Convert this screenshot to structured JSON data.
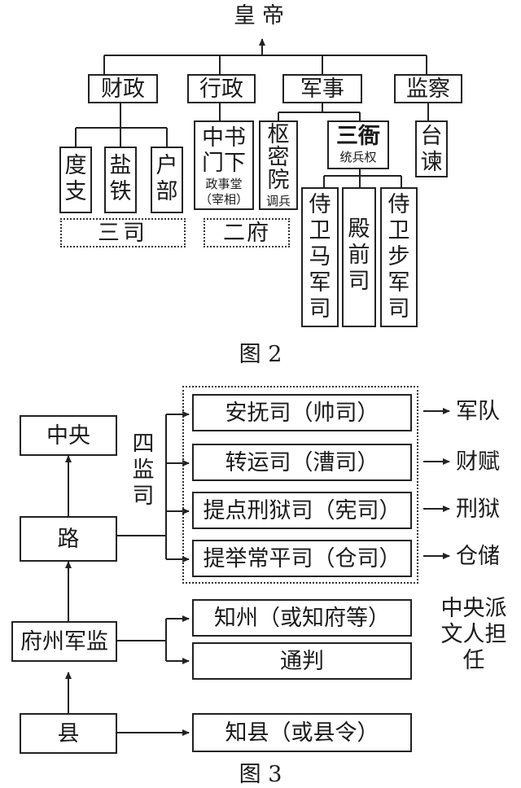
{
  "fig2": {
    "emperor": "皇帝",
    "dept_finance": "财政",
    "dept_admin": "行政",
    "dept_military": "军事",
    "dept_supervision": "监察",
    "duzhi": "度支",
    "yantie": "盐铁",
    "hubu": "户部",
    "zhongshu": "中书门下",
    "zhengshitang": "政事堂",
    "zaixiang": "（宰相）",
    "shumiyuan": "枢密院",
    "diaobing": "调兵",
    "sanya": "三衙",
    "tongbingquan": "统兵权",
    "taijian": "台谏",
    "shiwei_ma": "侍卫马军司",
    "dianqian": "殿前司",
    "shiwei_bu": "侍卫步军司",
    "sansi": "三司",
    "erfu": "二府",
    "caption": "图 2"
  },
  "fig3": {
    "center": "中央",
    "lu": "路",
    "fuzhou": "府州军监",
    "xian": "县",
    "sijian": "四监司",
    "anfu": "安抚司（帅司）",
    "zhuanyun": "转运司（漕司）",
    "tidian": "提点刑狱司（宪司）",
    "tiju": "提举常平司（仓司）",
    "func_army": "军队",
    "func_tax": "财赋",
    "func_prison": "刑狱",
    "func_storage": "仓储",
    "zhizhou": "知州（或知府等）",
    "tongpan": "通判",
    "zhixian": "知县（或县令）",
    "note": "中央派文人担任",
    "caption": "图 3"
  }
}
